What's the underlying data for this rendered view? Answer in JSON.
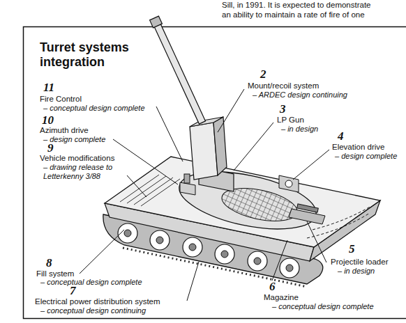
{
  "diagram": {
    "title": "Turret systems integration",
    "labels": [
      "Sill, in 1991. It is expected to demonstrate",
      "an ability to maintain a rate of fire of one",
      "11",
      "Fire Control",
      "– conceptual design complete",
      "10",
      "Azimuth drive",
      "– design complete",
      "9",
      "Vehicle modifications",
      "– drawing release to Letterkenny 3/88",
      "2",
      "Mount/recoil system",
      "– ARDEC design continuing",
      "3",
      "LP Gun",
      "– in design",
      "4",
      "Elevation drive",
      "– design complete",
      "5",
      "Projectile loader",
      "– in design",
      "6",
      "Magazine",
      "– conceptual design complete",
      "8",
      "Fill system",
      "– conceptual design complete",
      "7",
      "Electrical power distribution system",
      "– conceptual design continuing"
    ]
  }
}
